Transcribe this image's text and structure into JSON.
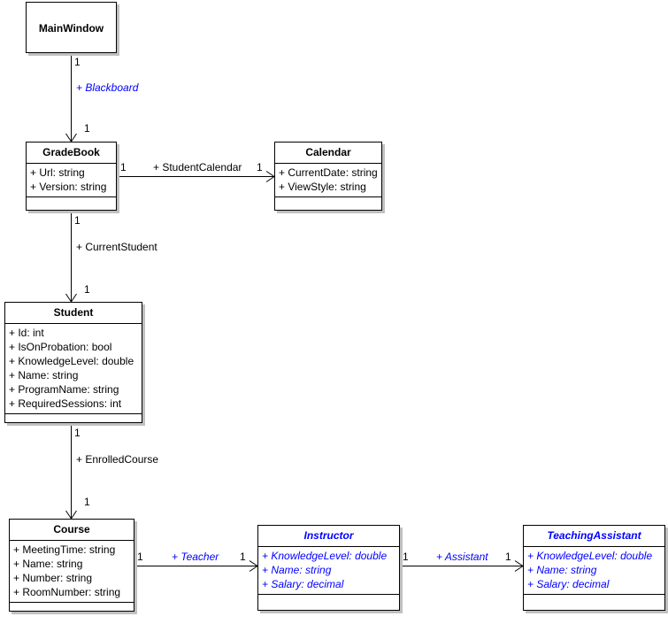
{
  "diagram": {
    "type": "uml-class-diagram",
    "background_color": "#ffffff",
    "line_color": "#000000",
    "shadow_color": "#c0c0c0",
    "abstract_color": "#0000ff",
    "classes": [
      {
        "id": "mainwindow",
        "name": "MainWindow",
        "abstract": false,
        "has_members": false,
        "attributes": [],
        "operations": []
      },
      {
        "id": "gradebook",
        "name": "GradeBook",
        "abstract": false,
        "has_members": true,
        "attributes": [
          "+ Url: string",
          "+ Version: string"
        ],
        "operations": []
      },
      {
        "id": "calendar",
        "name": "Calendar",
        "abstract": false,
        "has_members": true,
        "attributes": [
          "+ CurrentDate: string",
          "+ ViewStyle: string"
        ],
        "operations": []
      },
      {
        "id": "student",
        "name": "Student",
        "abstract": false,
        "has_members": true,
        "attributes": [
          "+ Id: int",
          "+ IsOnProbation: bool",
          "+ KnowledgeLevel: double",
          "+ Name: string",
          "+ ProgramName: string",
          "+ RequiredSessions: int"
        ],
        "operations": []
      },
      {
        "id": "course",
        "name": "Course",
        "abstract": false,
        "has_members": true,
        "attributes": [
          "+ MeetingTime: string",
          "+ Name: string",
          "+ Number: string",
          "+ RoomNumber: string"
        ],
        "operations": []
      },
      {
        "id": "instructor",
        "name": "Instructor",
        "abstract": true,
        "has_members": true,
        "attributes": [
          "+ KnowledgeLevel: double",
          "+ Name: string",
          "+ Salary: decimal"
        ],
        "operations": []
      },
      {
        "id": "teachingassistant",
        "name": "TeachingAssistant",
        "abstract": true,
        "has_members": true,
        "attributes": [
          "+ KnowledgeLevel: double",
          "+ Name: string",
          "+ Salary: decimal"
        ],
        "operations": []
      }
    ],
    "associations": [
      {
        "id": "mainwindow-gradebook",
        "from": "MainWindow",
        "to": "GradeBook",
        "role_label": "+ Blackboard",
        "label_style": "blue-italic",
        "source_multiplicity": "1",
        "target_multiplicity": "1",
        "arrow": "open"
      },
      {
        "id": "gradebook-calendar",
        "from": "GradeBook",
        "to": "Calendar",
        "role_label": "+ StudentCalendar",
        "label_style": "black",
        "source_multiplicity": "1",
        "target_multiplicity": "1",
        "arrow": "open"
      },
      {
        "id": "gradebook-student",
        "from": "GradeBook",
        "to": "Student",
        "role_label": "+ CurrentStudent",
        "label_style": "black",
        "source_multiplicity": "1",
        "target_multiplicity": "1",
        "arrow": "open"
      },
      {
        "id": "student-course",
        "from": "Student",
        "to": "Course",
        "role_label": "+ EnrolledCourse",
        "label_style": "black",
        "source_multiplicity": "1",
        "target_multiplicity": "1",
        "arrow": "open"
      },
      {
        "id": "course-instructor",
        "from": "Course",
        "to": "Instructor",
        "role_label": "+ Teacher",
        "label_style": "blue-italic",
        "source_multiplicity": "1",
        "target_multiplicity": "1",
        "arrow": "open"
      },
      {
        "id": "instructor-teachingassistant",
        "from": "Instructor",
        "to": "TeachingAssistant",
        "role_label": "+ Assistant",
        "label_style": "blue-italic",
        "source_multiplicity": "1",
        "target_multiplicity": "1",
        "arrow": "open"
      }
    ]
  }
}
